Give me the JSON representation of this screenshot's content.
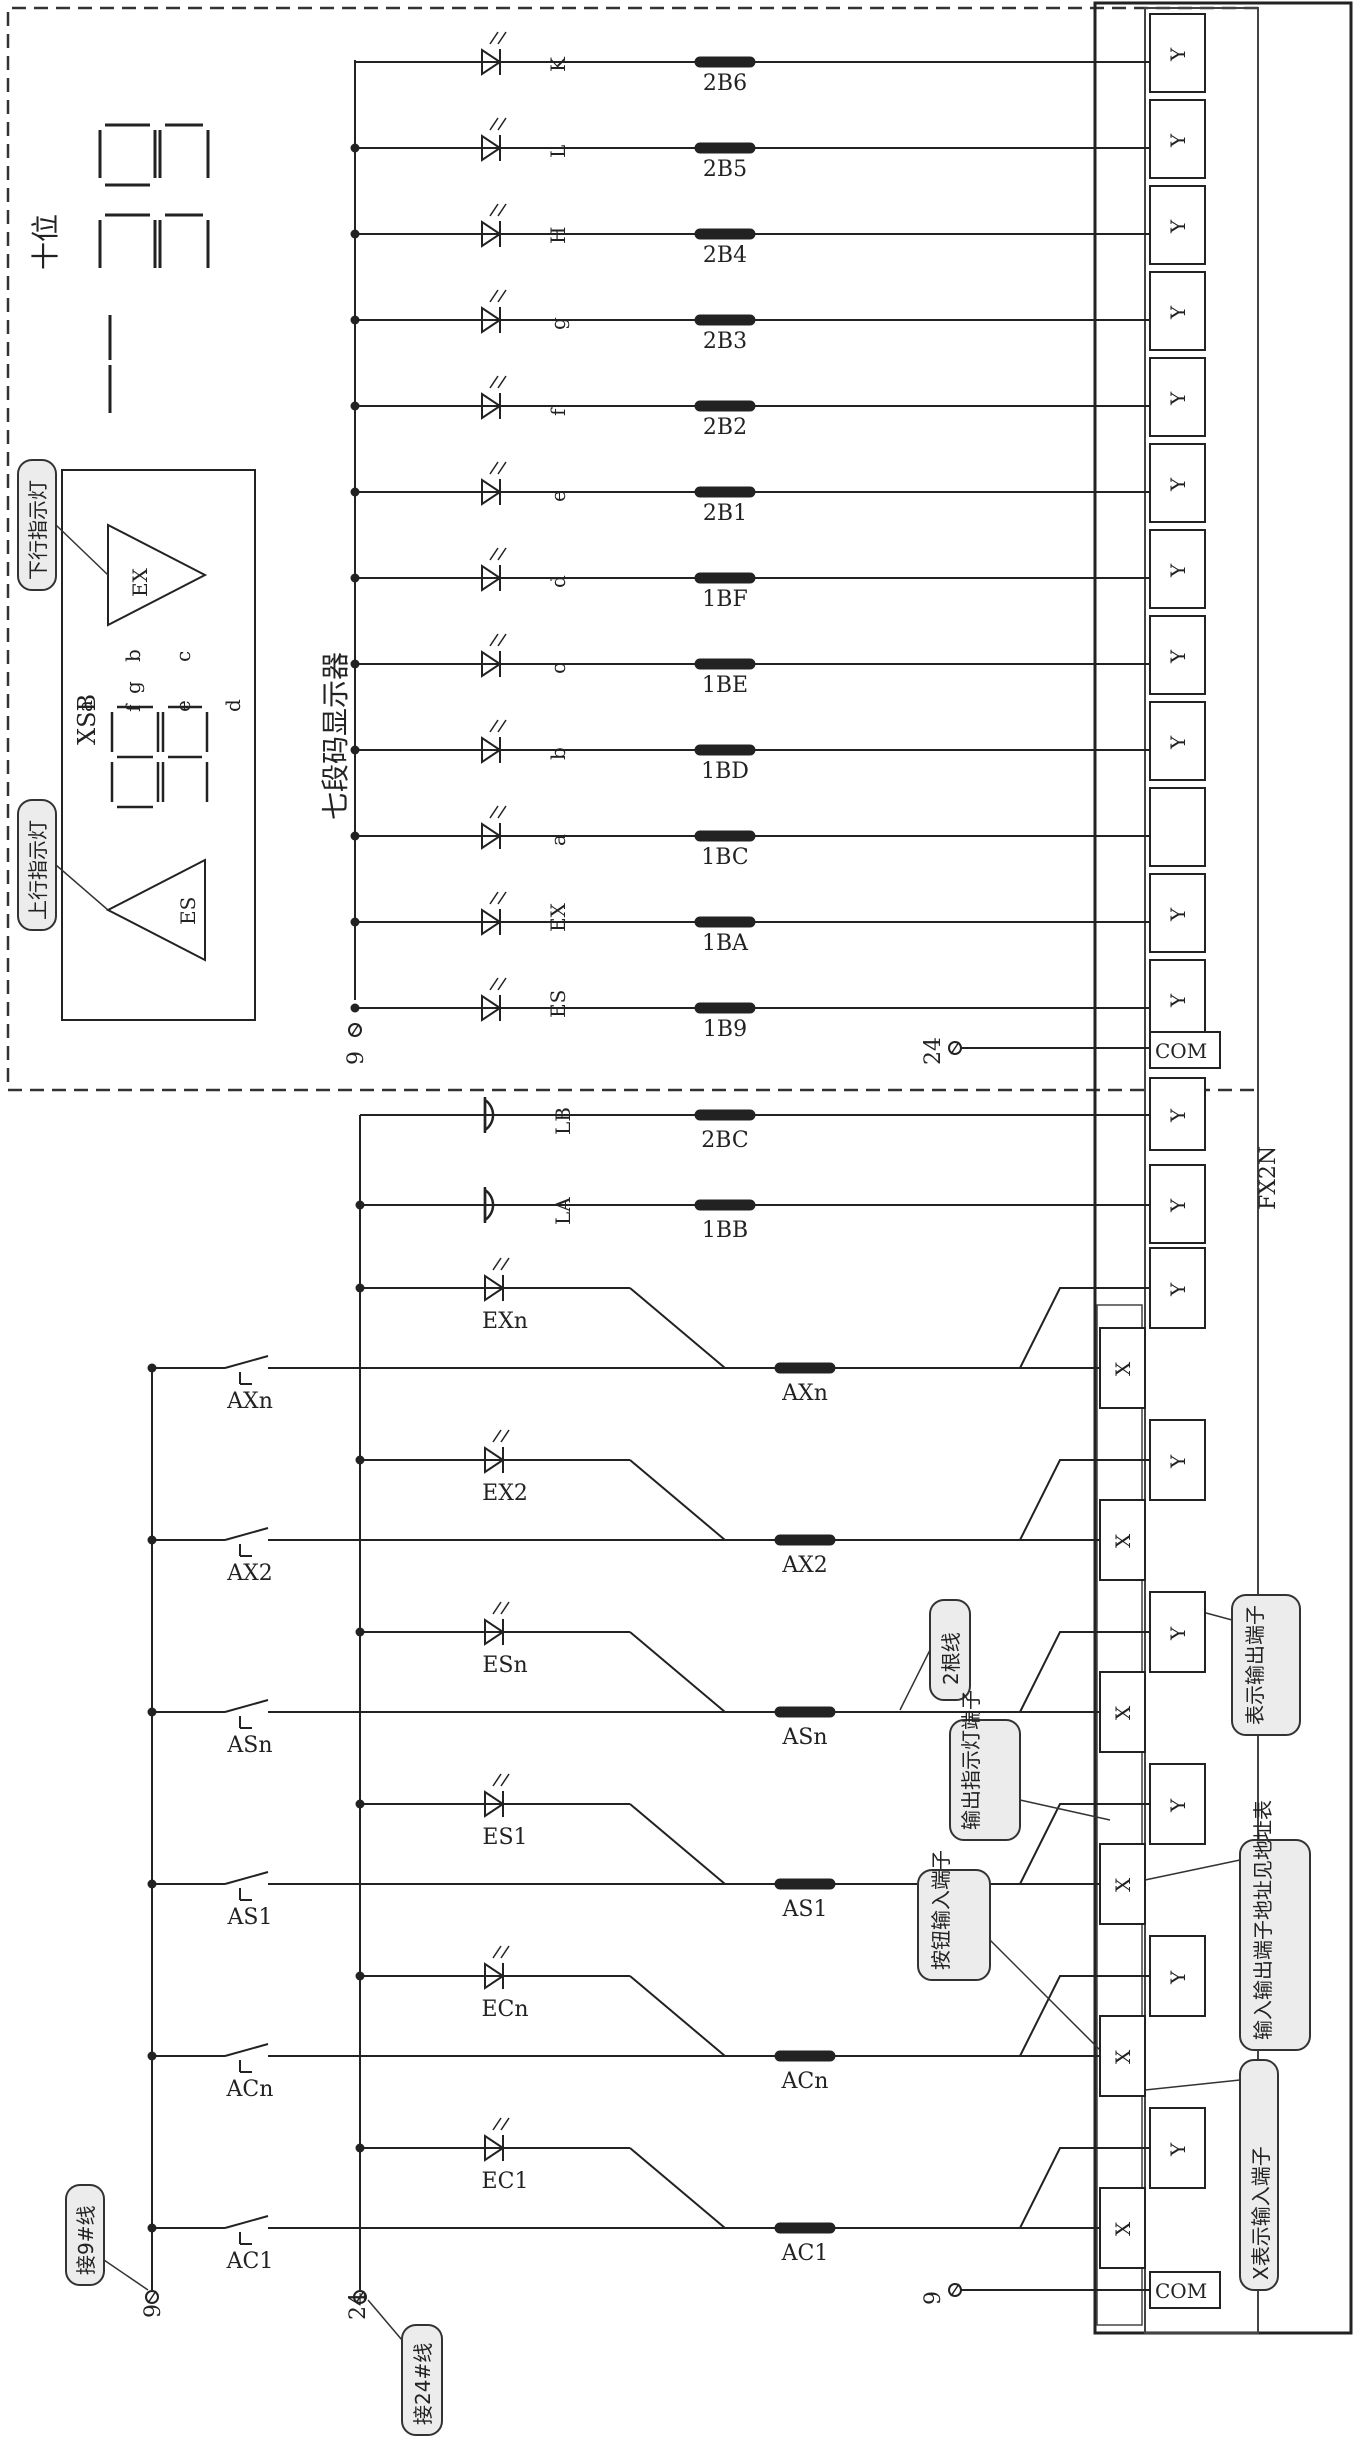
{
  "display_panel": {
    "title": "七段码显示器",
    "tens_label": "十位",
    "xsb_label": "XSB",
    "up_indicator": "上行指示灯",
    "down_indicator": "下行指示灯",
    "es_label": "ES",
    "ex_label": "EX",
    "seg_a": "a",
    "seg_b": "b",
    "seg_c": "c",
    "seg_d": "d",
    "seg_e": "e",
    "seg_f": "f",
    "seg_g": "g"
  },
  "display_rows": [
    {
      "led": "K",
      "wire": "2B6"
    },
    {
      "led": "L",
      "wire": "2B5"
    },
    {
      "led": "H",
      "wire": "2B4"
    },
    {
      "led": "g",
      "wire": "2B3"
    },
    {
      "led": "f",
      "wire": "2B2"
    },
    {
      "led": "e",
      "wire": "2B1"
    },
    {
      "led": "d",
      "wire": "1BF"
    },
    {
      "led": "c",
      "wire": "1BE"
    },
    {
      "led": "b",
      "wire": "1BD"
    },
    {
      "led": "a",
      "wire": "1BC"
    },
    {
      "led": "EX",
      "wire": "1BA"
    },
    {
      "led": "ES",
      "wire": "1B9"
    }
  ],
  "bells": [
    {
      "label": "LB",
      "wire": "2BC"
    },
    {
      "label": "LA",
      "wire": "1BB"
    }
  ],
  "button_rows": [
    {
      "button": "AXn",
      "lamp": "EXn",
      "wire": "AXn"
    },
    {
      "button": "AX2",
      "lamp": "EX2",
      "wire": "AX2"
    },
    {
      "button": "ASn",
      "lamp": "ESn",
      "wire": "ASn"
    },
    {
      "button": "AS1",
      "lamp": "ES1",
      "wire": "AS1"
    },
    {
      "button": "ACn",
      "lamp": "ECn",
      "wire": "ACn"
    },
    {
      "button": "AC1",
      "lamp": "EC1",
      "wire": "AC1"
    }
  ],
  "plc": {
    "name": "FX2N",
    "y": "Y",
    "x": "X",
    "com": "COM"
  },
  "terminals": {
    "v24_top": "24",
    "v9_top": "9",
    "v9_bottom": "9",
    "v24_bottom": "24",
    "v9_left": "9"
  },
  "callouts": {
    "two_wires": "2根线",
    "output_lamp_terminal": "输出指示灯端子",
    "button_input_terminal": "按钮输入端子",
    "y_means_output": "表示输出端子",
    "io_address": "输入输出端子地址见地址表",
    "x_means_input": "X表示输入端子",
    "to_9_wire": "接9#线",
    "to_24_wire": "接24#线"
  }
}
